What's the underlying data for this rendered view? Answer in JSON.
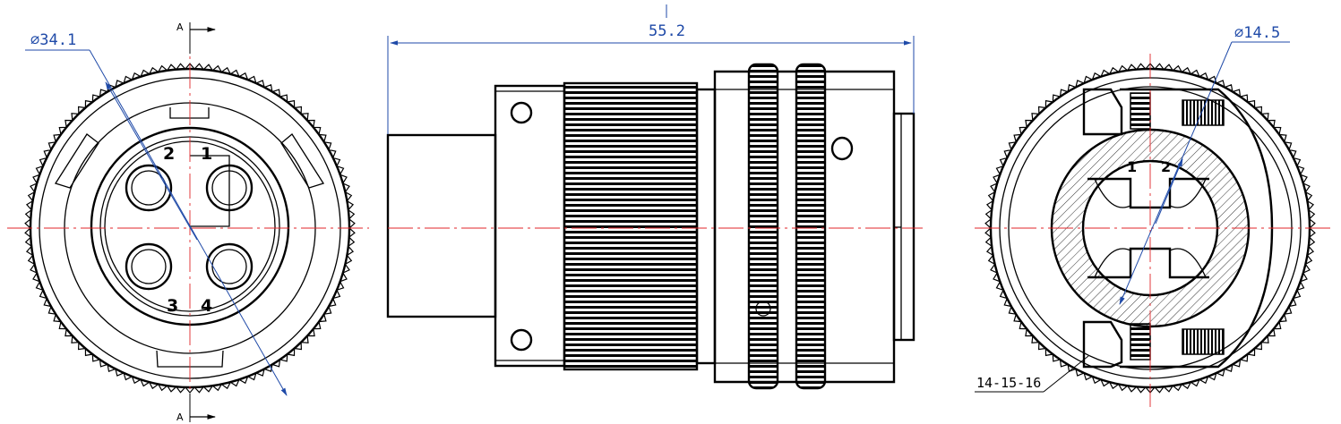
{
  "dimensions": {
    "front_diameter": "∅34.1",
    "length": "55.2",
    "rear_diameter": "∅14.5"
  },
  "section_labels": {
    "top": "A",
    "bottom": "A"
  },
  "pin_labels": [
    "1",
    "2",
    "3",
    "4"
  ],
  "rear_pin_labels": [
    "1",
    "2"
  ],
  "callout": "14-15-16",
  "colors": {
    "dimension": "#1f4aa8",
    "centerline": "#e0262a",
    "outline": "#000000"
  }
}
